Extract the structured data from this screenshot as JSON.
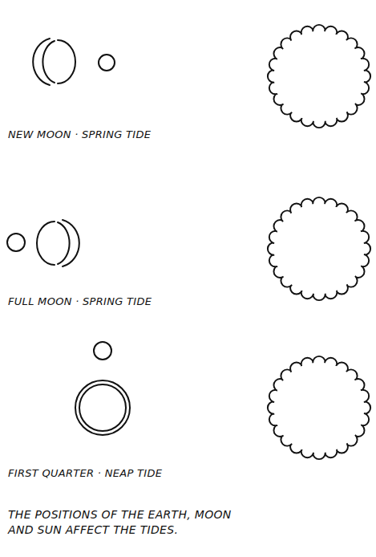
{
  "diagram": {
    "caption": "THE POSITIONS OF THE EARTH, MOON AND SUN AFFECT THE TIDES.",
    "labels": [
      "NEW MOON · SPRING TIDE",
      "FULL MOON · SPRING TIDE",
      "FIRST QUARTER · NEAP TIDE"
    ]
  }
}
